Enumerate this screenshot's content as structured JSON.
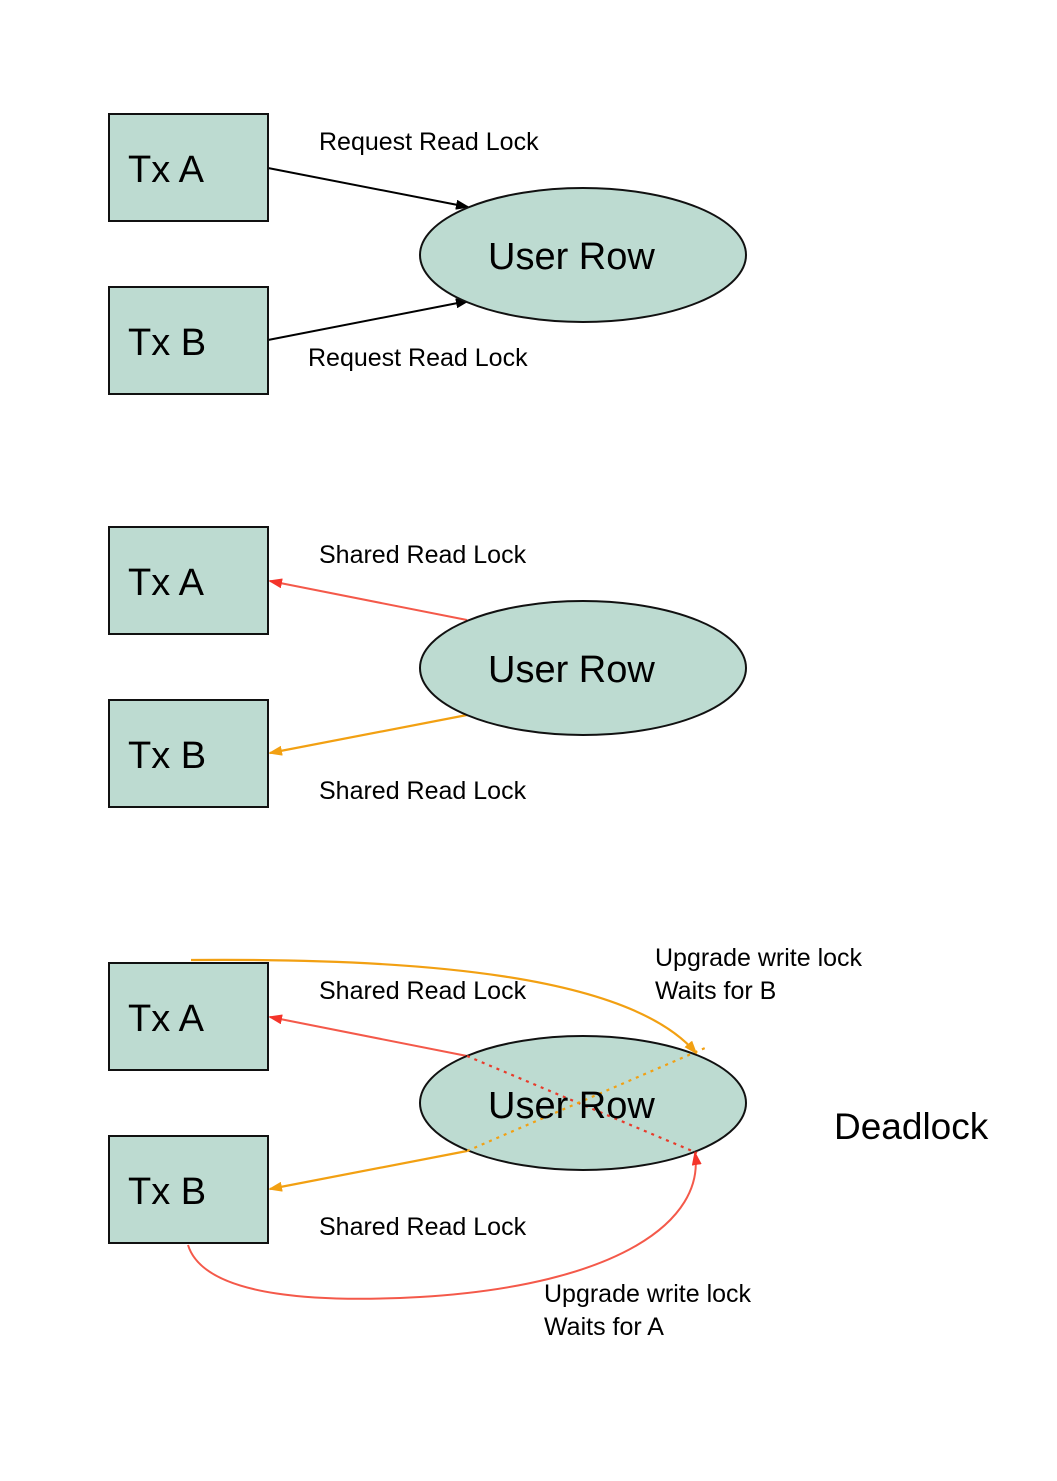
{
  "colors": {
    "node_fill": "#bddbd1",
    "tx_a_lock_arrow": "#f4594a",
    "tx_b_lock_arrow": "#f2a012",
    "request_arrow": "#000000"
  },
  "panel1": {
    "tx_a": "Tx A",
    "tx_b": "Tx B",
    "row": "User Row",
    "label_a": "Request Read Lock",
    "label_b": "Request Read Lock"
  },
  "panel2": {
    "tx_a": "Tx A",
    "tx_b": "Tx B",
    "row": "User Row",
    "label_a": "Shared Read Lock",
    "label_b": "Shared Read Lock"
  },
  "panel3": {
    "tx_a": "Tx A",
    "tx_b": "Tx B",
    "row": "User Row",
    "label_a": "Shared Read Lock",
    "label_b": "Shared Read Lock",
    "upgrade_a_line1": "Upgrade write lock",
    "upgrade_a_line2": "Waits for B",
    "upgrade_b_line1": "Upgrade write lock",
    "upgrade_b_line2": "Waits for A",
    "deadlock": "Deadlock"
  }
}
